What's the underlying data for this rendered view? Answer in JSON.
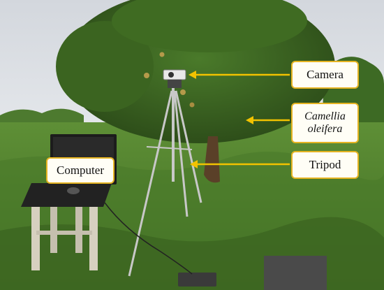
{
  "figure": {
    "labels": {
      "camera": "Camera",
      "camellia_line1": "Camellia",
      "camellia_line2": "oleifera",
      "tripod": "Tripod",
      "computer": "Computer"
    },
    "colors": {
      "label_border": "#e6b422",
      "arrow": "#f2c200",
      "sky": "#d9dde2",
      "grass": "#4f7d2e",
      "tree": "#355a1f"
    }
  }
}
